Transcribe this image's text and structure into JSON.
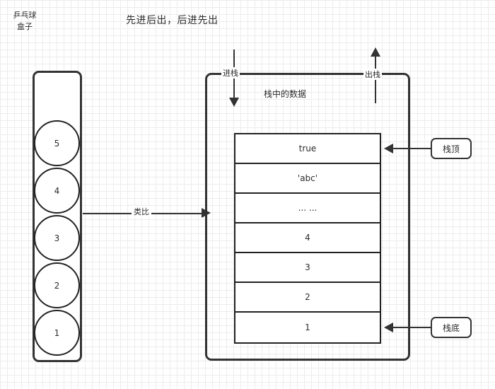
{
  "diagram": {
    "title": "先进后出，后进先出",
    "ping_pong_box": {
      "label_line1": "乒乓球",
      "label_line2": "盒子",
      "balls": [
        "5",
        "4",
        "3",
        "2",
        "1"
      ]
    },
    "analogy": {
      "label": "类比"
    },
    "stack": {
      "container_title": "栈中的数据",
      "push_label": "进栈",
      "pop_label": "出栈",
      "rows": [
        "true",
        "'abc'",
        "... ...",
        "4",
        "3",
        "2",
        "1"
      ],
      "top_callout": "栈顶",
      "bottom_callout": "栈底"
    },
    "colors": {
      "stroke": "#333333",
      "text": "#2b2b2b",
      "grid_minor": "#ececec",
      "grid_major": "#e0e0e0",
      "background": "#ffffff"
    }
  }
}
